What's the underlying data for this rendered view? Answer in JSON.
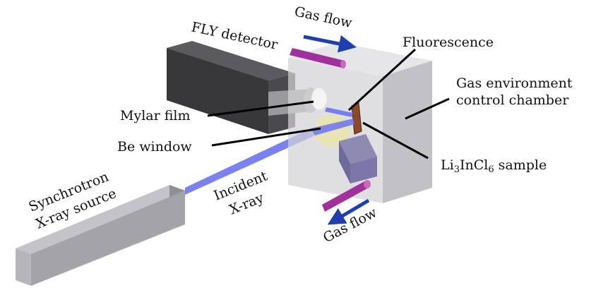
{
  "labels": {
    "fly_detector": "FLY detector",
    "gas_flow_top": "Gas flow",
    "gas_flow_bottom": "Gas flow",
    "fluorescence": "Fluorescence",
    "chamber_line1": "Gas environment",
    "chamber_line2": "control chamber",
    "mylar_film": "Mylar film",
    "be_window": "Be window",
    "sample_prefix": "Li",
    "sample_sub1": "3",
    "sample_mid": "InCl",
    "sample_sub2": "6",
    "sample_suffix": " sample",
    "source_line1": "Synchrotron",
    "source_line2": "X-ray source",
    "incident_line1": "Incident",
    "incident_line2": "X-ray"
  },
  "colors": {
    "gas_pipe": "#a0309a",
    "flow_arrow": "#1f3fb0",
    "xray_beam": "#6b74f0",
    "chamber": "#c9c9cc",
    "detector": "#3f3f42",
    "source": "#9c9ca1",
    "mylar": "#f4f4f4",
    "be_window": "#e9e4b0",
    "sample": "#8a4a2a"
  }
}
